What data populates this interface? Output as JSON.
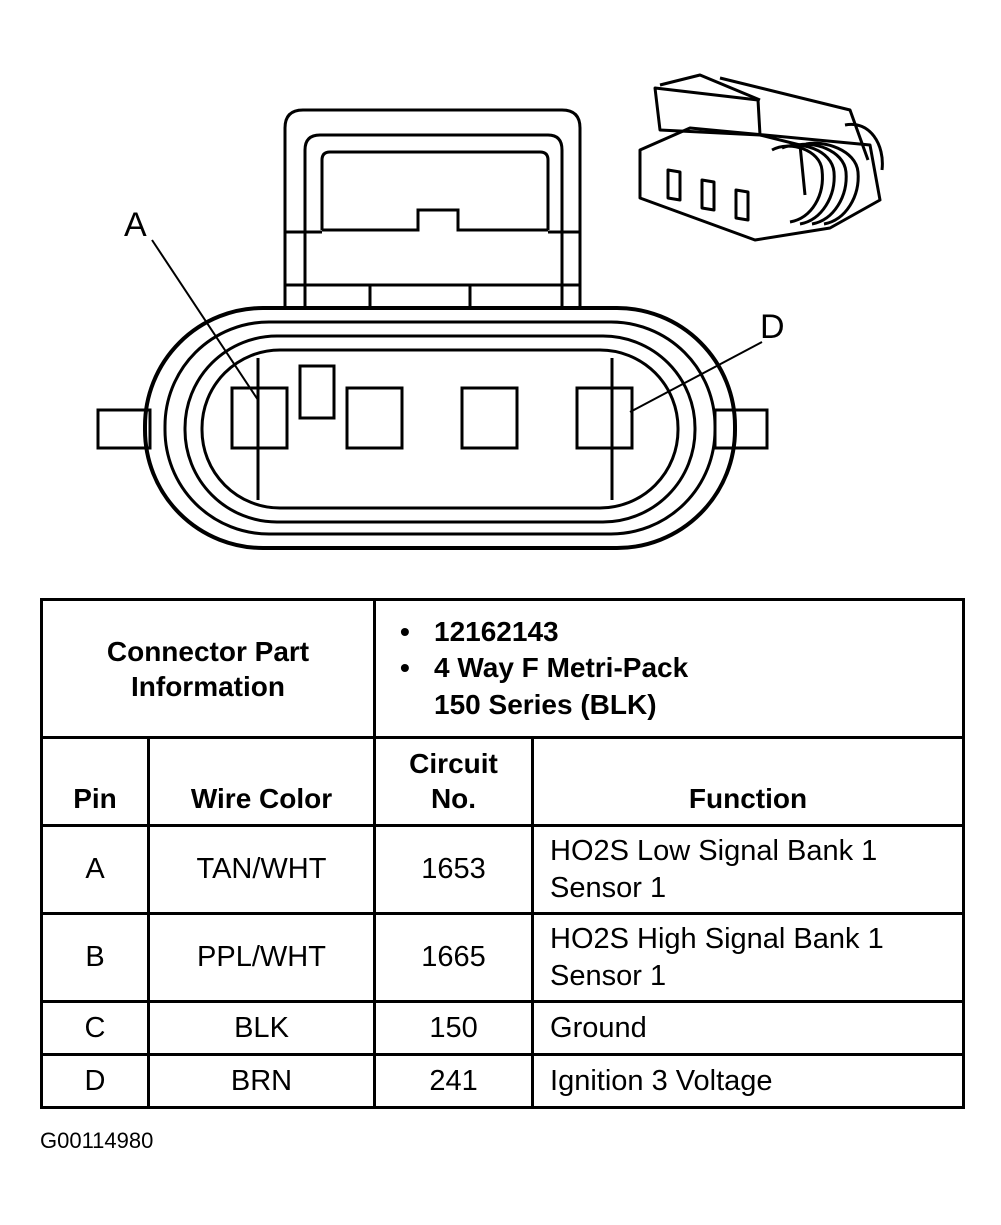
{
  "diagram": {
    "label_a": "A",
    "label_d": "D"
  },
  "table": {
    "part_info_label": "Connector Part Information",
    "part_info_items": [
      "12162143",
      "4 Way F Metri-Pack",
      "150 Series (BLK)"
    ],
    "columns": [
      "Pin",
      "Wire Color",
      "Circuit No.",
      "Function"
    ],
    "rows": [
      {
        "pin": "A",
        "wire": "TAN/WHT",
        "circuit": "1653",
        "function": "HO2S Low Signal Bank 1 Sensor 1"
      },
      {
        "pin": "B",
        "wire": "PPL/WHT",
        "circuit": "1665",
        "function": "HO2S High Signal Bank 1 Sensor 1"
      },
      {
        "pin": "C",
        "wire": "BLK",
        "circuit": "150",
        "function": "Ground"
      },
      {
        "pin": "D",
        "wire": "BRN",
        "circuit": "241",
        "function": "Ignition 3 Voltage"
      }
    ]
  },
  "figure_id": "G00114980"
}
